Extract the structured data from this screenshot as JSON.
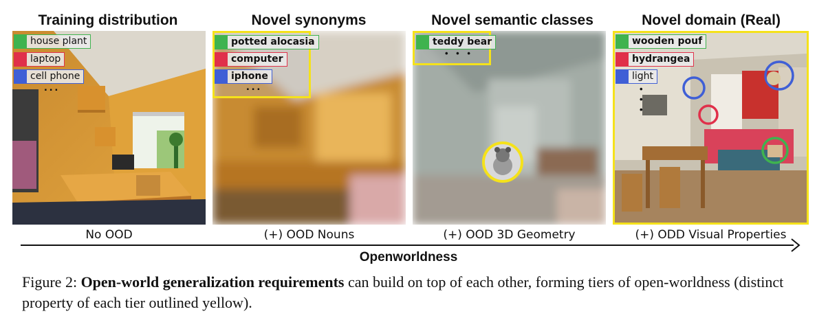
{
  "panels": [
    {
      "title": "Training distribution",
      "caption": "No OOD",
      "legend": [
        "house plant",
        "laptop",
        "cell phone"
      ],
      "ellipsis": "..."
    },
    {
      "title": "Novel synonyms",
      "caption": "(+) OOD Nouns",
      "legend": [
        "potted alocasia",
        "computer",
        "iphone"
      ],
      "ellipsis": "..."
    },
    {
      "title": "Novel semantic classes",
      "caption": "(+) OOD 3D Geometry",
      "legend": [
        "teddy bear"
      ],
      "ellipsis": "• • •"
    },
    {
      "title": "Novel domain (Real)",
      "caption": "(+) ODD Visual Properties",
      "legend": [
        "wooden pouf",
        "hydrangea",
        "light"
      ],
      "ellipsis": "• • •"
    }
  ],
  "colors": {
    "green": "#3fb34f",
    "red": "#e0304a",
    "blue": "#3f5fd6",
    "highlight": "#f5e21a"
  },
  "axis": {
    "label": "Openworldness"
  },
  "figure_caption": {
    "prefix": "Figure 2: ",
    "bold": "Open-world generalization requirements",
    "rest": " can build on top of each other, forming tiers of open-worldness (distinct property of each tier outlined yellow)."
  }
}
